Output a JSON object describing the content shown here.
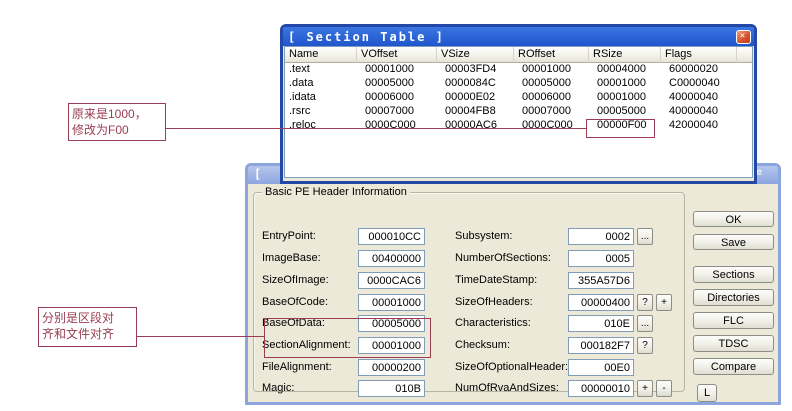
{
  "section_table": {
    "title": "[ Section Table ]",
    "close_icon": "✕",
    "columns": {
      "name": "Name",
      "voffset": "VOffset",
      "vsize": "VSize",
      "roffset": "ROffset",
      "rsize": "RSize",
      "flags": "Flags"
    },
    "rows": [
      {
        "name": ".text",
        "voffset": "00001000",
        "vsize": "00003FD4",
        "roffset": "00001000",
        "rsize": "00004000",
        "flags": "60000020"
      },
      {
        "name": ".data",
        "voffset": "00005000",
        "vsize": "0000084C",
        "roffset": "00005000",
        "rsize": "00001000",
        "flags": "C0000040"
      },
      {
        "name": ".idata",
        "voffset": "00006000",
        "vsize": "00000E02",
        "roffset": "00006000",
        "rsize": "00001000",
        "flags": "40000040"
      },
      {
        "name": ".rsrc",
        "voffset": "00007000",
        "vsize": "00004FB8",
        "roffset": "00007000",
        "rsize": "00005000",
        "flags": "40000040"
      },
      {
        "name": ".reloc",
        "voffset": "0000C000",
        "vsize": "00000AC6",
        "roffset": "0000C000",
        "rsize": "00000F00",
        "flags": "42000040"
      }
    ]
  },
  "pe_dialog": {
    "title_fragment_left": "[",
    "title_fragment_right": "e",
    "group_title": "Basic PE Header Information",
    "left_fields": [
      {
        "label": "EntryPoint:",
        "value": "000010CC"
      },
      {
        "label": "ImageBase:",
        "value": "00400000"
      },
      {
        "label": "SizeOfImage:",
        "value": "0000CAC6"
      },
      {
        "label": "BaseOfCode:",
        "value": "00001000"
      },
      {
        "label": "BaseOfData:",
        "value": "00005000"
      },
      {
        "label": "SectionAlignment:",
        "value": "00001000"
      },
      {
        "label": "FileAlignment:",
        "value": "00000200"
      },
      {
        "label": "Magic:",
        "value": "010B"
      }
    ],
    "mid_fields": [
      {
        "label": "Subsystem:",
        "value": "0002",
        "btn1": "..."
      },
      {
        "label": "NumberOfSections:",
        "value": "0005"
      },
      {
        "label": "TimeDateStamp:",
        "value": "355A57D6"
      },
      {
        "label": "SizeOfHeaders:",
        "value": "00000400",
        "btn1": "?",
        "btn2": "+"
      },
      {
        "label": "Characteristics:",
        "value": "010E",
        "btn1": "..."
      },
      {
        "label": "Checksum:",
        "value": "000182F7",
        "btn1": "?"
      },
      {
        "label": "SizeOfOptionalHeader:",
        "value": "00E0"
      },
      {
        "label": "NumOfRvaAndSizes:",
        "value": "00000010",
        "btn1": "+",
        "btn2": "-"
      }
    ],
    "buttons": {
      "ok": "OK",
      "save": "Save",
      "sections": "Sections",
      "directories": "Directories",
      "flc": "FLC",
      "tdsc": "TDSC",
      "compare": "Compare",
      "l": "L"
    }
  },
  "annotations": {
    "note1_line1": "原来是1000，",
    "note1_line2": "修改为F00",
    "note2_line1": "分别是区段对",
    "note2_line2": "齐和文件对齐"
  },
  "colors": {
    "annotation": "#993d55",
    "active_titlebar": "#2a63d8",
    "inactive_titlebar": "#8ea6df",
    "dialog_background": "#ece9d8",
    "close_button": "#d6502b"
  }
}
